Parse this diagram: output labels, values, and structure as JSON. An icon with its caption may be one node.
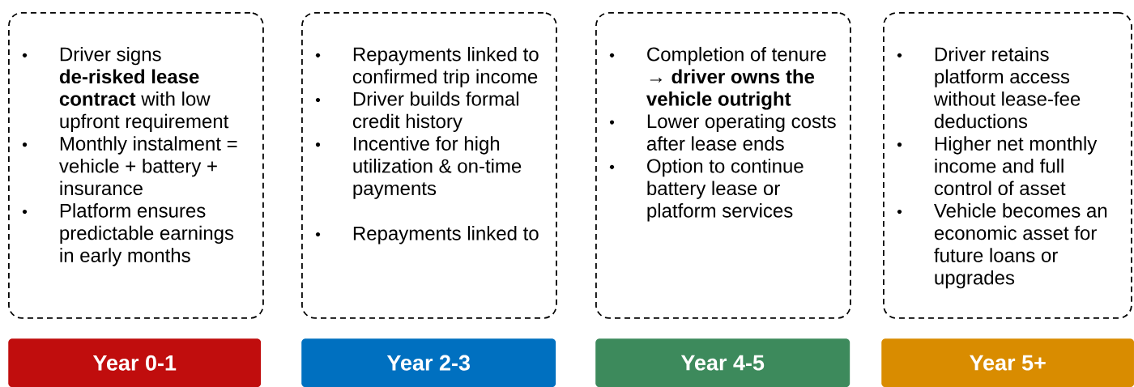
{
  "diagram": {
    "nodes": [
      {
        "text": [
          "Driver signs **de-risked lease contract** with low upfront requirement",
          "Monthly instalment = vehicle + battery + insurance",
          "Platform ensures predictable earnings in early months"
        ]
      },
      {
        "text": [
          "Repayments linked to confirmed trip income",
          "Driver builds formal credit history",
          "Incentive for high utilization & on-time payments",
          "Repayments linked to"
        ]
      },
      {
        "text": [
          "Completion of tenure **→ driver owns the vehicle outright**",
          "Lower operating costs after lease ends",
          "Option to continue battery lease or platform services"
        ]
      },
      {
        "text": [
          "Driver retains platform access without lease-fee deductions",
          "Higher net monthly income and full control of asset",
          "Vehicle becomes an economic asset for future loans or upgrades"
        ]
      },
      {
        "text": [
          "Year 0-1"
        ]
      },
      {
        "text": [
          "Year 2-3"
        ]
      },
      {
        "text": [
          "Year 4-5"
        ]
      },
      {
        "text": [
          "Year 5+"
        ]
      }
    ]
  }
}
